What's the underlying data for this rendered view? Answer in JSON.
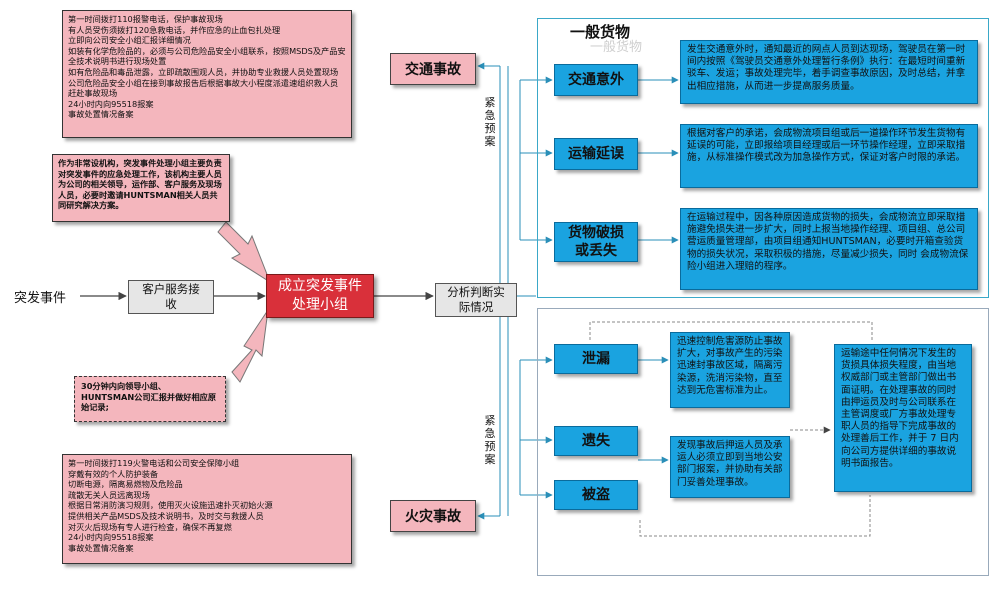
{
  "start_label": "突发事件",
  "customer_service": "客户服务接\n收",
  "center_group": "成立突发事件\n处理小组",
  "analysis": "分析判断实\n际情况",
  "urgent_plan_label": "紧\n急\n预\n案",
  "traffic_accident": {
    "label": "交通事故",
    "text": "第一时间拨打110报警电话，保护事故现场\n有人员受伤须拨打120急救电话，并作应急的止血包扎处理\n立即向公司安全小组汇报详细情况\n如装有化学危险品的，必须与公司危险品安全小组联系，按照MSDS及产品安全技术说明书进行现场处置\n如有危险品和毒品泄露，立即疏散围观人员，并协助专业救援人员处置现场\n公司危险品安全小组在接到事故报告后根据事故大小程度派遣速组织救人员赶赴事故现场\n24小时内向95518报案\n事故处置情况备案"
  },
  "group_desc": "作为非常设机构，突发事件处理小组主要负责对突发事件的应急处理工作，该机构主要人员为公司的相关领导，运作部、客户服务及现场人员，必要时邀请HUNTSMAN相关人员共同研究解决方案。",
  "report_note": "30分钟内向领导小组、HUNTSMAN公司汇报并做好相应原始记录;",
  "fire_accident": {
    "label": "火灾事故",
    "text": "第一时间拨打119火警电话和公司安全保障小组\n穿戴有效的个人防护装备\n切断电源，隔离易燃物及危险品\n疏散无关人员远离现场\n根据日常消防演习规则，使用灭火设施迅速扑灭初始火源\n提供相关产品MSDS及技术说明书，及时交与救援人员\n对灭火后现场有专人进行检查，确保不再复燃\n24小时内向95518报案\n事故处置情况备案"
  },
  "general_cargo": {
    "title": "一般货物",
    "watermark": "一般货物",
    "items": [
      {
        "label": "交通意外",
        "text": "发生交通意外时，通知最近的网点人员到达现场，驾驶员在第一时间内按照《驾驶员交通意外处理暂行条例》执行：在最短时间重新驳车、发运；事故处理完毕，着手调查事故原因，及时总结，并拿出相应措施，从而进一步提高服务质量。"
      },
      {
        "label": "运输延误",
        "text": "根据对客户的承诺，会成物流项目组或后一道操作环节发生货物有延误的可能，立即报给项目经理或后一环节操作经理，立即采取措施，从标准操作模式改为加急操作方式，保证对客户时限的承诺。"
      },
      {
        "label": "货物破损\n或丢失",
        "text": "在运输过程中，因各种原因造成货物的损失，会成物流立即采取措施避免损失进一步扩大，同时上报当地操作经理、项目组、总公司营运质量管理部，由项目组通知HUNTSMAN，必要时开箱查验货物的损失状况，采取积极的措施，尽量减少损失，同时 会成物流保险小组进入理赔的程序。"
      }
    ]
  },
  "hazmat": {
    "items": [
      {
        "label": "泄漏"
      },
      {
        "label": "遗失"
      },
      {
        "label": "被盗"
      }
    ],
    "leak_text": "迅速控制危害源防止事故扩大，对事故产生的污染迅速封事故区域，隔离污染源，洗消污染物，直至达到无危害标准为止。",
    "lost_text": "发现事故后押运人员及承运人必须立即到当地公安部门报案，并协助有关部门妥善处理事故。",
    "right_text": "运输途中任何情况下发生的货损具体损失程度，由当地权威部门或主管部门做出书面证明。在处理事故的同时由押运员及时与公司联系在主管调度或厂方事故处理专职人员的指导下完成事故的处理善后工作，并于 7 日内向公司方提供详细的事故说明书面报告。"
  },
  "colors": {
    "pink": "#f4b6bd",
    "red": "#d9303a",
    "blue": "#1aa3e0",
    "gray": "#e6e6e6"
  }
}
